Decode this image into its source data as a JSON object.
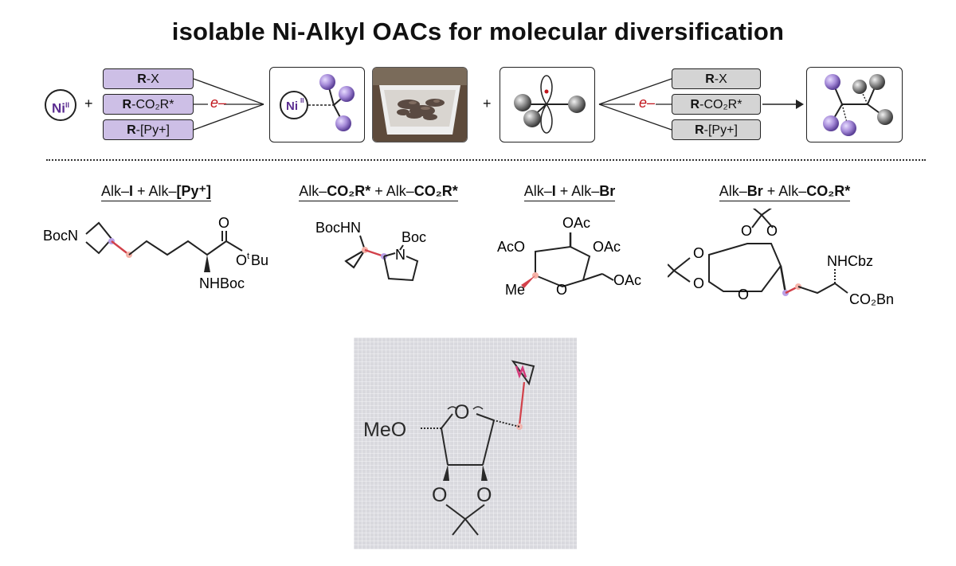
{
  "title": "isolable Ni-Alkyl OACs for molecular diversification",
  "scheme": {
    "ni_label": "Ni",
    "ni_ox": "II",
    "plus": "+",
    "e_minus": "e–",
    "left_reagents": [
      {
        "bold": "R",
        "rest": "-X"
      },
      {
        "bold": "R",
        "rest": "-CO₂R*"
      },
      {
        "bold": "R",
        "rest": "-[Py+]"
      }
    ],
    "right_reagents": [
      {
        "bold": "R",
        "rest": "-X"
      },
      {
        "bold": "R",
        "rest": "-CO₂R*"
      },
      {
        "bold": "R",
        "rest": "-[Py+]"
      }
    ]
  },
  "examples": [
    {
      "label_parts": [
        "Alk–",
        "I",
        " + Alk–",
        "[Py⁺]"
      ]
    },
    {
      "label_parts": [
        "Alk–",
        "CO₂R*",
        " + Alk–",
        "CO₂R*"
      ]
    },
    {
      "label_parts": [
        "Alk–",
        "I",
        " + Alk–",
        "Br"
      ]
    },
    {
      "label_parts": [
        "Alk–",
        "Br",
        " + Alk–",
        "CO₂R*"
      ]
    }
  ],
  "mol1": {
    "boc_n": "BocN",
    "o": "O",
    "otbu_o": "O",
    "otbu_t": "t",
    "otbu_bu": "Bu",
    "nhboc": "NHBoc"
  },
  "mol2": {
    "bochn": "BocHN",
    "boc": "Boc",
    "n": "N"
  },
  "mol3": {
    "oac1": "OAc",
    "oac2": "AcO",
    "oac3": "OAc",
    "oac4": "OAc",
    "me": "Me",
    "o": "O"
  },
  "mol4": {
    "nhcbz": "NHCbz",
    "co2bn": "CO₂Bn",
    "o1": "O",
    "o2": "O",
    "o3": "O",
    "o4": "O",
    "o5": "O"
  },
  "mol5": {
    "meo": "MeO",
    "o_ring": "O",
    "o_a": "O",
    "o_b": "O"
  },
  "colors": {
    "ni_purple": "#5b2d91",
    "reagent_purple": "#cdbfe6",
    "reagent_gray": "#d4d4d4",
    "electron_red": "#c0141b",
    "bond_red": "#d2414a",
    "highlight_pink": "#f5b2a8",
    "highlight_violet": "#b9a0e6"
  }
}
